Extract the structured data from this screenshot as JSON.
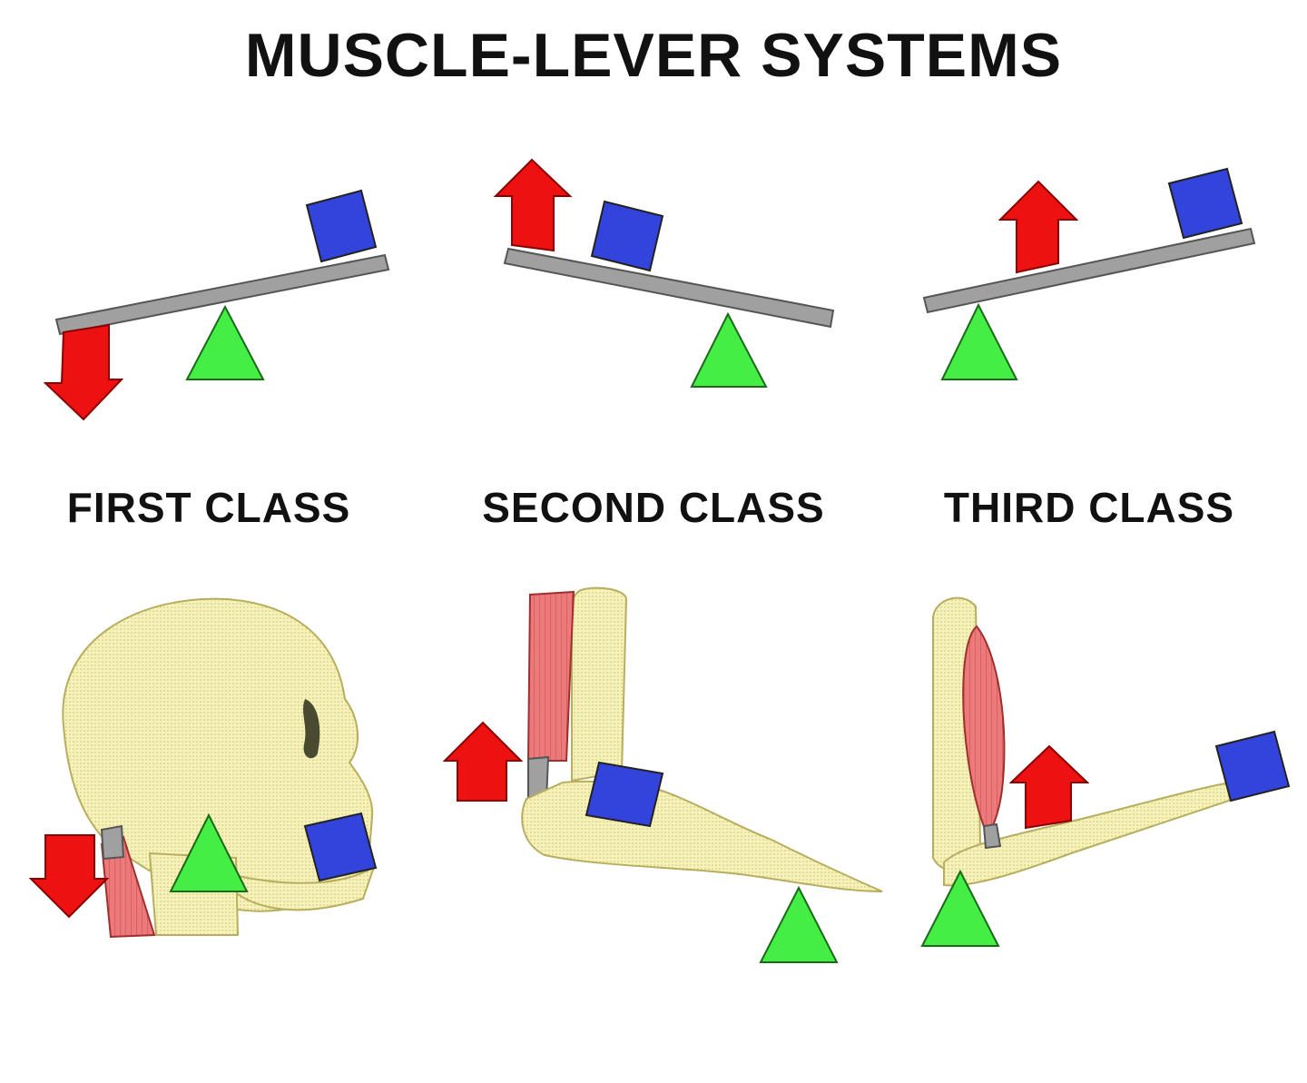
{
  "title": "MUSCLE-LEVER SYSTEMS",
  "classes": [
    {
      "label": "FIRST CLASS"
    },
    {
      "label": "SECOND CLASS"
    },
    {
      "label": "THIRD CLASS"
    }
  ],
  "colors": {
    "effort_arrow": "#ee1111",
    "load_block": "#3344dd",
    "fulcrum": "#44ee44",
    "lever_bar": "#a0a0a0",
    "bone": "#f4f0b0",
    "muscle": "#e87070"
  }
}
